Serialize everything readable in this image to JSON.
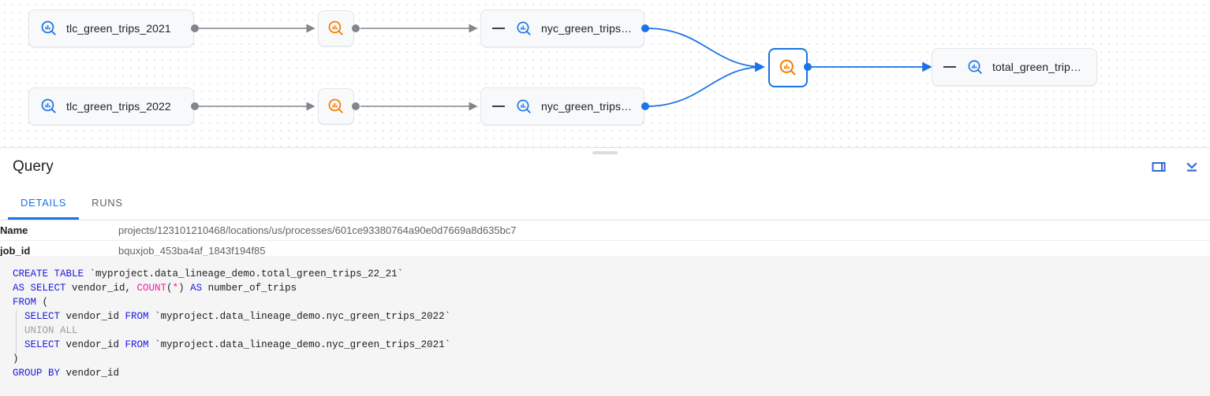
{
  "graph": {
    "nodes": [
      {
        "id": "tlc2021",
        "label": "tlc_green_trips_2021",
        "icon": "bigquery-table-icon",
        "kind": "table"
      },
      {
        "id": "tlc2022",
        "label": "tlc_green_trips_2022",
        "icon": "bigquery-table-icon",
        "kind": "table"
      },
      {
        "id": "job1",
        "label": "",
        "icon": "bigquery-job-icon",
        "kind": "job"
      },
      {
        "id": "job2",
        "label": "",
        "icon": "bigquery-job-icon",
        "kind": "job"
      },
      {
        "id": "nyc2021",
        "label": "nyc_green_trips…",
        "icon": "bigquery-table-icon",
        "kind": "table"
      },
      {
        "id": "nyc2022",
        "label": "nyc_green_trips…",
        "icon": "bigquery-table-icon",
        "kind": "table"
      },
      {
        "id": "job3",
        "label": "",
        "icon": "bigquery-job-icon",
        "kind": "job",
        "selected": true
      },
      {
        "id": "total",
        "label": "total_green_trip…",
        "icon": "bigquery-table-icon",
        "kind": "table"
      }
    ],
    "colors": {
      "table_icon": "#1a73e8",
      "job_icon": "#f57c00",
      "edge_gray": "#80868b",
      "edge_blue": "#1a73e8",
      "selected_border": "#1a73e8"
    }
  },
  "panel": {
    "title": "Query",
    "actions": [
      {
        "name": "split-panel-icon",
        "label": "Split panel"
      },
      {
        "name": "collapse-panel-icon",
        "label": "Collapse panel"
      }
    ],
    "tabs": [
      {
        "label": "DETAILS",
        "active": true
      },
      {
        "label": "RUNS",
        "active": false
      }
    ],
    "details": [
      {
        "key": "Name",
        "value": "projects/123101210468/locations/us/processes/601ce93380764a90e0d7669a8d635bc7"
      },
      {
        "key": "job_id",
        "value": "bquxjob_453ba4af_1843f194f85"
      }
    ],
    "sql": {
      "tokens": [
        [
          [
            "kw",
            "CREATE TABLE"
          ],
          [
            "txt",
            " `myproject.data_lineage_demo.total_green_trips_22_21`"
          ]
        ],
        [
          [
            "kw",
            "AS SELECT"
          ],
          [
            "txt",
            " vendor_id, "
          ],
          [
            "fn",
            "COUNT"
          ],
          [
            "txt",
            "("
          ],
          [
            "op",
            "*"
          ],
          [
            "txt",
            ") "
          ],
          [
            "kw",
            "AS"
          ],
          [
            "txt",
            " number_of_trips"
          ]
        ],
        [
          [
            "kw",
            "FROM"
          ],
          [
            "txt",
            " ("
          ]
        ],
        [
          [
            "txt",
            "  "
          ],
          [
            "kw",
            "SELECT"
          ],
          [
            "txt",
            " vendor_id "
          ],
          [
            "kw",
            "FROM"
          ],
          [
            "txt",
            " `myproject.data_lineage_demo.nyc_green_trips_2022`"
          ]
        ],
        [
          [
            "txt",
            "  "
          ],
          [
            "dim",
            "UNION ALL"
          ]
        ],
        [
          [
            "txt",
            "  "
          ],
          [
            "kw",
            "SELECT"
          ],
          [
            "txt",
            " vendor_id "
          ],
          [
            "kw",
            "FROM"
          ],
          [
            "txt",
            " `myproject.data_lineage_demo.nyc_green_trips_2021`"
          ]
        ],
        [
          [
            "txt",
            ")"
          ]
        ],
        [
          [
            "kw",
            "GROUP BY"
          ],
          [
            "txt",
            " vendor_id"
          ]
        ]
      ]
    }
  }
}
